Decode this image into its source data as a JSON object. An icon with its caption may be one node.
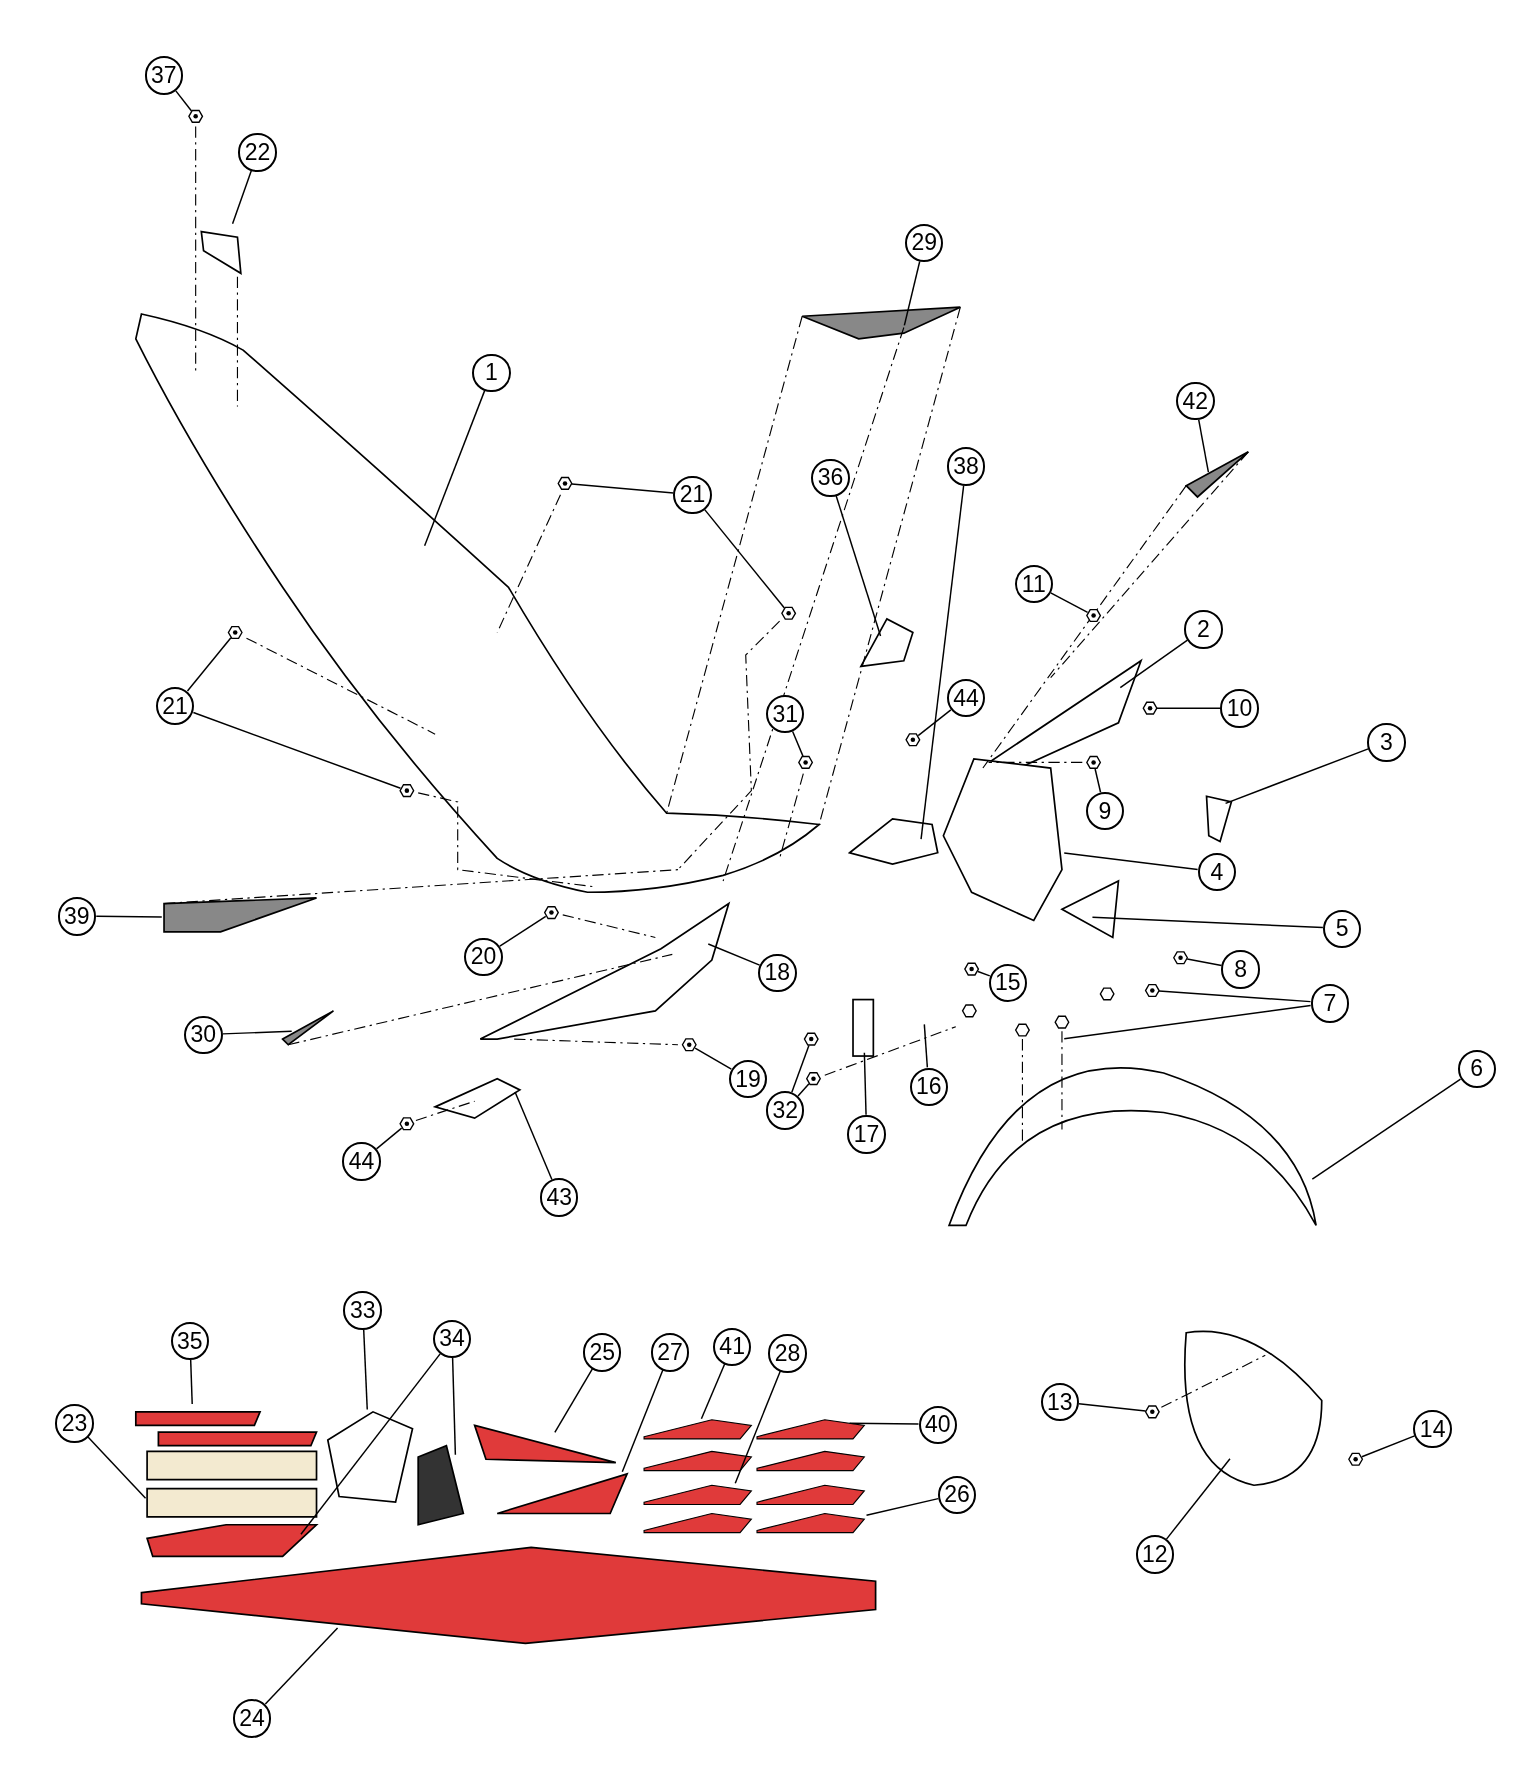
{
  "diagram": {
    "nodes": [
      {
        "text": [
          "37"
        ]
      },
      {
        "text": [
          "22"
        ]
      },
      {
        "text": [
          "29"
        ]
      },
      {
        "text": [
          "1"
        ]
      },
      {
        "text": [
          "42"
        ]
      },
      {
        "text": [
          "21"
        ]
      },
      {
        "text": [
          "36"
        ]
      },
      {
        "text": [
          "38"
        ]
      },
      {
        "text": [
          "11"
        ]
      },
      {
        "text": [
          "2"
        ]
      },
      {
        "text": [
          "21"
        ]
      },
      {
        "text": [
          "31"
        ]
      },
      {
        "text": [
          "44"
        ]
      },
      {
        "text": [
          "10"
        ]
      },
      {
        "text": [
          "3"
        ]
      },
      {
        "text": [
          "9"
        ]
      },
      {
        "text": [
          "4"
        ]
      },
      {
        "text": [
          "39"
        ]
      },
      {
        "text": [
          "5"
        ]
      },
      {
        "text": [
          "20"
        ]
      },
      {
        "text": [
          "18"
        ]
      },
      {
        "text": [
          "8"
        ]
      },
      {
        "text": [
          "15"
        ]
      },
      {
        "text": [
          "7"
        ]
      },
      {
        "text": [
          "30"
        ]
      },
      {
        "text": [
          "6"
        ]
      },
      {
        "text": [
          "19"
        ]
      },
      {
        "text": [
          "16"
        ]
      },
      {
        "text": [
          "32"
        ]
      },
      {
        "text": [
          "17"
        ]
      },
      {
        "text": [
          "44"
        ]
      },
      {
        "text": [
          "43"
        ]
      },
      {
        "text": [
          "33"
        ]
      },
      {
        "text": [
          "35"
        ]
      },
      {
        "text": [
          "34"
        ]
      },
      {
        "text": [
          "25"
        ]
      },
      {
        "text": [
          "27"
        ]
      },
      {
        "text": [
          "41"
        ]
      },
      {
        "text": [
          "28"
        ]
      },
      {
        "text": [
          "23"
        ]
      },
      {
        "text": [
          "40"
        ]
      },
      {
        "text": [
          "13"
        ]
      },
      {
        "text": [
          "14"
        ]
      },
      {
        "text": [
          "26"
        ]
      },
      {
        "text": [
          "12"
        ]
      },
      {
        "text": [
          "24"
        ]
      },
      {
        "text": [],
        "shape": "picture"
      },
      {
        "text": [],
        "shape": "picture"
      },
      {
        "text": [],
        "shape": "picture"
      },
      {
        "text": [],
        "shape": "picture"
      },
      {
        "text": [],
        "shape": "picture"
      },
      {
        "text": [],
        "shape": "picture"
      },
      {
        "text": [],
        "shape": "picture"
      },
      {
        "text": [],
        "shape": "picture"
      },
      {
        "text": [],
        "shape": "picture"
      },
      {
        "text": [],
        "shape": "picture"
      },
      {
        "text": [],
        "shape": "picture"
      },
      {
        "text": [],
        "shape": "picture"
      },
      {
        "text": [],
        "shape": "picture"
      },
      {
        "text": [],
        "shape": "picture"
      },
      {
        "text": [],
        "shape": "picture"
      },
      {
        "text": [],
        "shape": "picture"
      },
      {
        "text": [],
        "shape": "picture"
      },
      {
        "text": [],
        "shape": "picture"
      },
      {
        "text": [],
        "shape": "picture"
      },
      {
        "text": [],
        "shape": "picture"
      }
    ],
    "edges": [
      {
        "from": 0,
        "to": 46,
        "arrow": "none"
      },
      {
        "from": 1,
        "to": null,
        "arrow": "none"
      },
      {
        "from": 2,
        "to": null,
        "arrow": "none"
      },
      {
        "from": 3,
        "to": null,
        "arrow": "none"
      },
      {
        "from": 4,
        "to": null,
        "arrow": "none"
      },
      {
        "from": 5,
        "to": 47,
        "arrow": "none"
      },
      {
        "from": 5,
        "to": 48,
        "arrow": "none"
      },
      {
        "from": 6,
        "to": null,
        "arrow": "none"
      },
      {
        "from": 7,
        "to": null,
        "arrow": "none"
      },
      {
        "from": 8,
        "to": 49,
        "arrow": "none"
      },
      {
        "from": 9,
        "to": null,
        "arrow": "none"
      },
      {
        "from": 10,
        "to": 50,
        "arrow": "none"
      },
      {
        "from": 10,
        "to": 51,
        "arrow": "none"
      },
      {
        "from": 11,
        "to": 52,
        "arrow": "none"
      },
      {
        "from": 12,
        "to": 53,
        "arrow": "none"
      },
      {
        "from": 13,
        "to": 54,
        "arrow": "none"
      },
      {
        "from": 14,
        "to": null,
        "arrow": "none"
      },
      {
        "from": 15,
        "to": 55,
        "arrow": "none"
      },
      {
        "from": 16,
        "to": null,
        "arrow": "none"
      },
      {
        "from": 17,
        "to": null,
        "arrow": "none"
      },
      {
        "from": 18,
        "to": null,
        "arrow": "none"
      },
      {
        "from": 19,
        "to": 56,
        "arrow": "none"
      },
      {
        "from": 20,
        "to": null,
        "arrow": "none"
      },
      {
        "from": 21,
        "to": 57,
        "arrow": "none"
      },
      {
        "from": 22,
        "to": 58,
        "arrow": "none"
      },
      {
        "from": 23,
        "to": 59,
        "arrow": "none"
      },
      {
        "from": 23,
        "to": null,
        "arrow": "none"
      },
      {
        "from": 24,
        "to": null,
        "arrow": "none"
      },
      {
        "from": 25,
        "to": null,
        "arrow": "none"
      },
      {
        "from": 26,
        "to": 60,
        "arrow": "none"
      },
      {
        "from": 27,
        "to": null,
        "arrow": "none"
      },
      {
        "from": 28,
        "to": 61,
        "arrow": "none"
      },
      {
        "from": 28,
        "to": 62,
        "arrow": "none"
      },
      {
        "from": 29,
        "to": null,
        "arrow": "none"
      },
      {
        "from": 30,
        "to": 63,
        "arrow": "none"
      },
      {
        "from": 31,
        "to": null,
        "arrow": "none"
      },
      {
        "from": 32,
        "to": null,
        "arrow": "none"
      },
      {
        "from": 33,
        "to": null,
        "arrow": "none"
      },
      {
        "from": 34,
        "to": null,
        "arrow": "none"
      },
      {
        "from": 34,
        "to": null,
        "arrow": "none"
      },
      {
        "from": 35,
        "to": null,
        "arrow": "none"
      },
      {
        "from": 36,
        "to": null,
        "arrow": "none"
      },
      {
        "from": 37,
        "to": null,
        "arrow": "none"
      },
      {
        "from": 38,
        "to": null,
        "arrow": "none"
      },
      {
        "from": 39,
        "to": null,
        "arrow": "none"
      },
      {
        "from": 40,
        "to": null,
        "arrow": "none"
      },
      {
        "from": 41,
        "to": 64,
        "arrow": "none"
      },
      {
        "from": 42,
        "to": 65,
        "arrow": "none"
      },
      {
        "from": 43,
        "to": null,
        "arrow": "none"
      },
      {
        "from": 44,
        "to": null,
        "arrow": "none"
      },
      {
        "from": 45,
        "to": null,
        "arrow": "none"
      }
    ]
  }
}
